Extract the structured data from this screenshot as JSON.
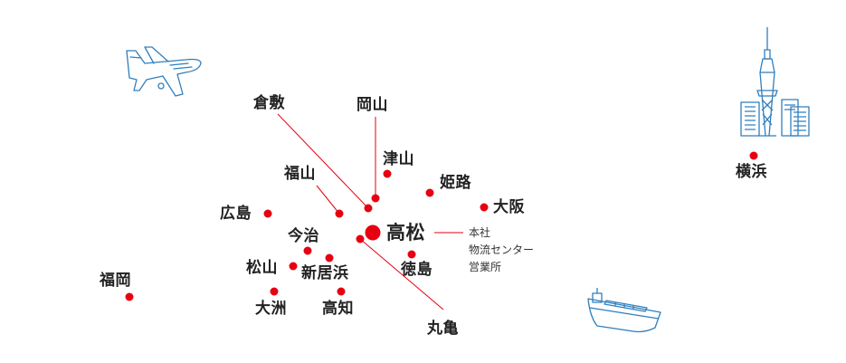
{
  "colors": {
    "accent": "#e60012",
    "illustration": "#2f7fbf",
    "text": "#222222"
  },
  "icons": {
    "airplane": "airplane-icon",
    "tower": "sky-tower-icon",
    "ship": "cargo-ship-icon"
  },
  "cities": {
    "kurashiki": "倉敷",
    "okayama": "岡山",
    "tsuyama": "津山",
    "fukuyama": "福山",
    "himeji": "姫路",
    "osaka": "大阪",
    "hiroshima": "広島",
    "takamatsu": "高松",
    "imabari": "今治",
    "matsuyama": "松山",
    "niihama": "新居浜",
    "tokushima": "徳島",
    "ozu": "大洲",
    "kochi": "高知",
    "marugame": "丸亀",
    "fukuoka": "福岡",
    "yokohama": "横浜"
  },
  "hq_notes": {
    "line1": "本社",
    "line2": "物流センター",
    "line3": "営業所"
  }
}
